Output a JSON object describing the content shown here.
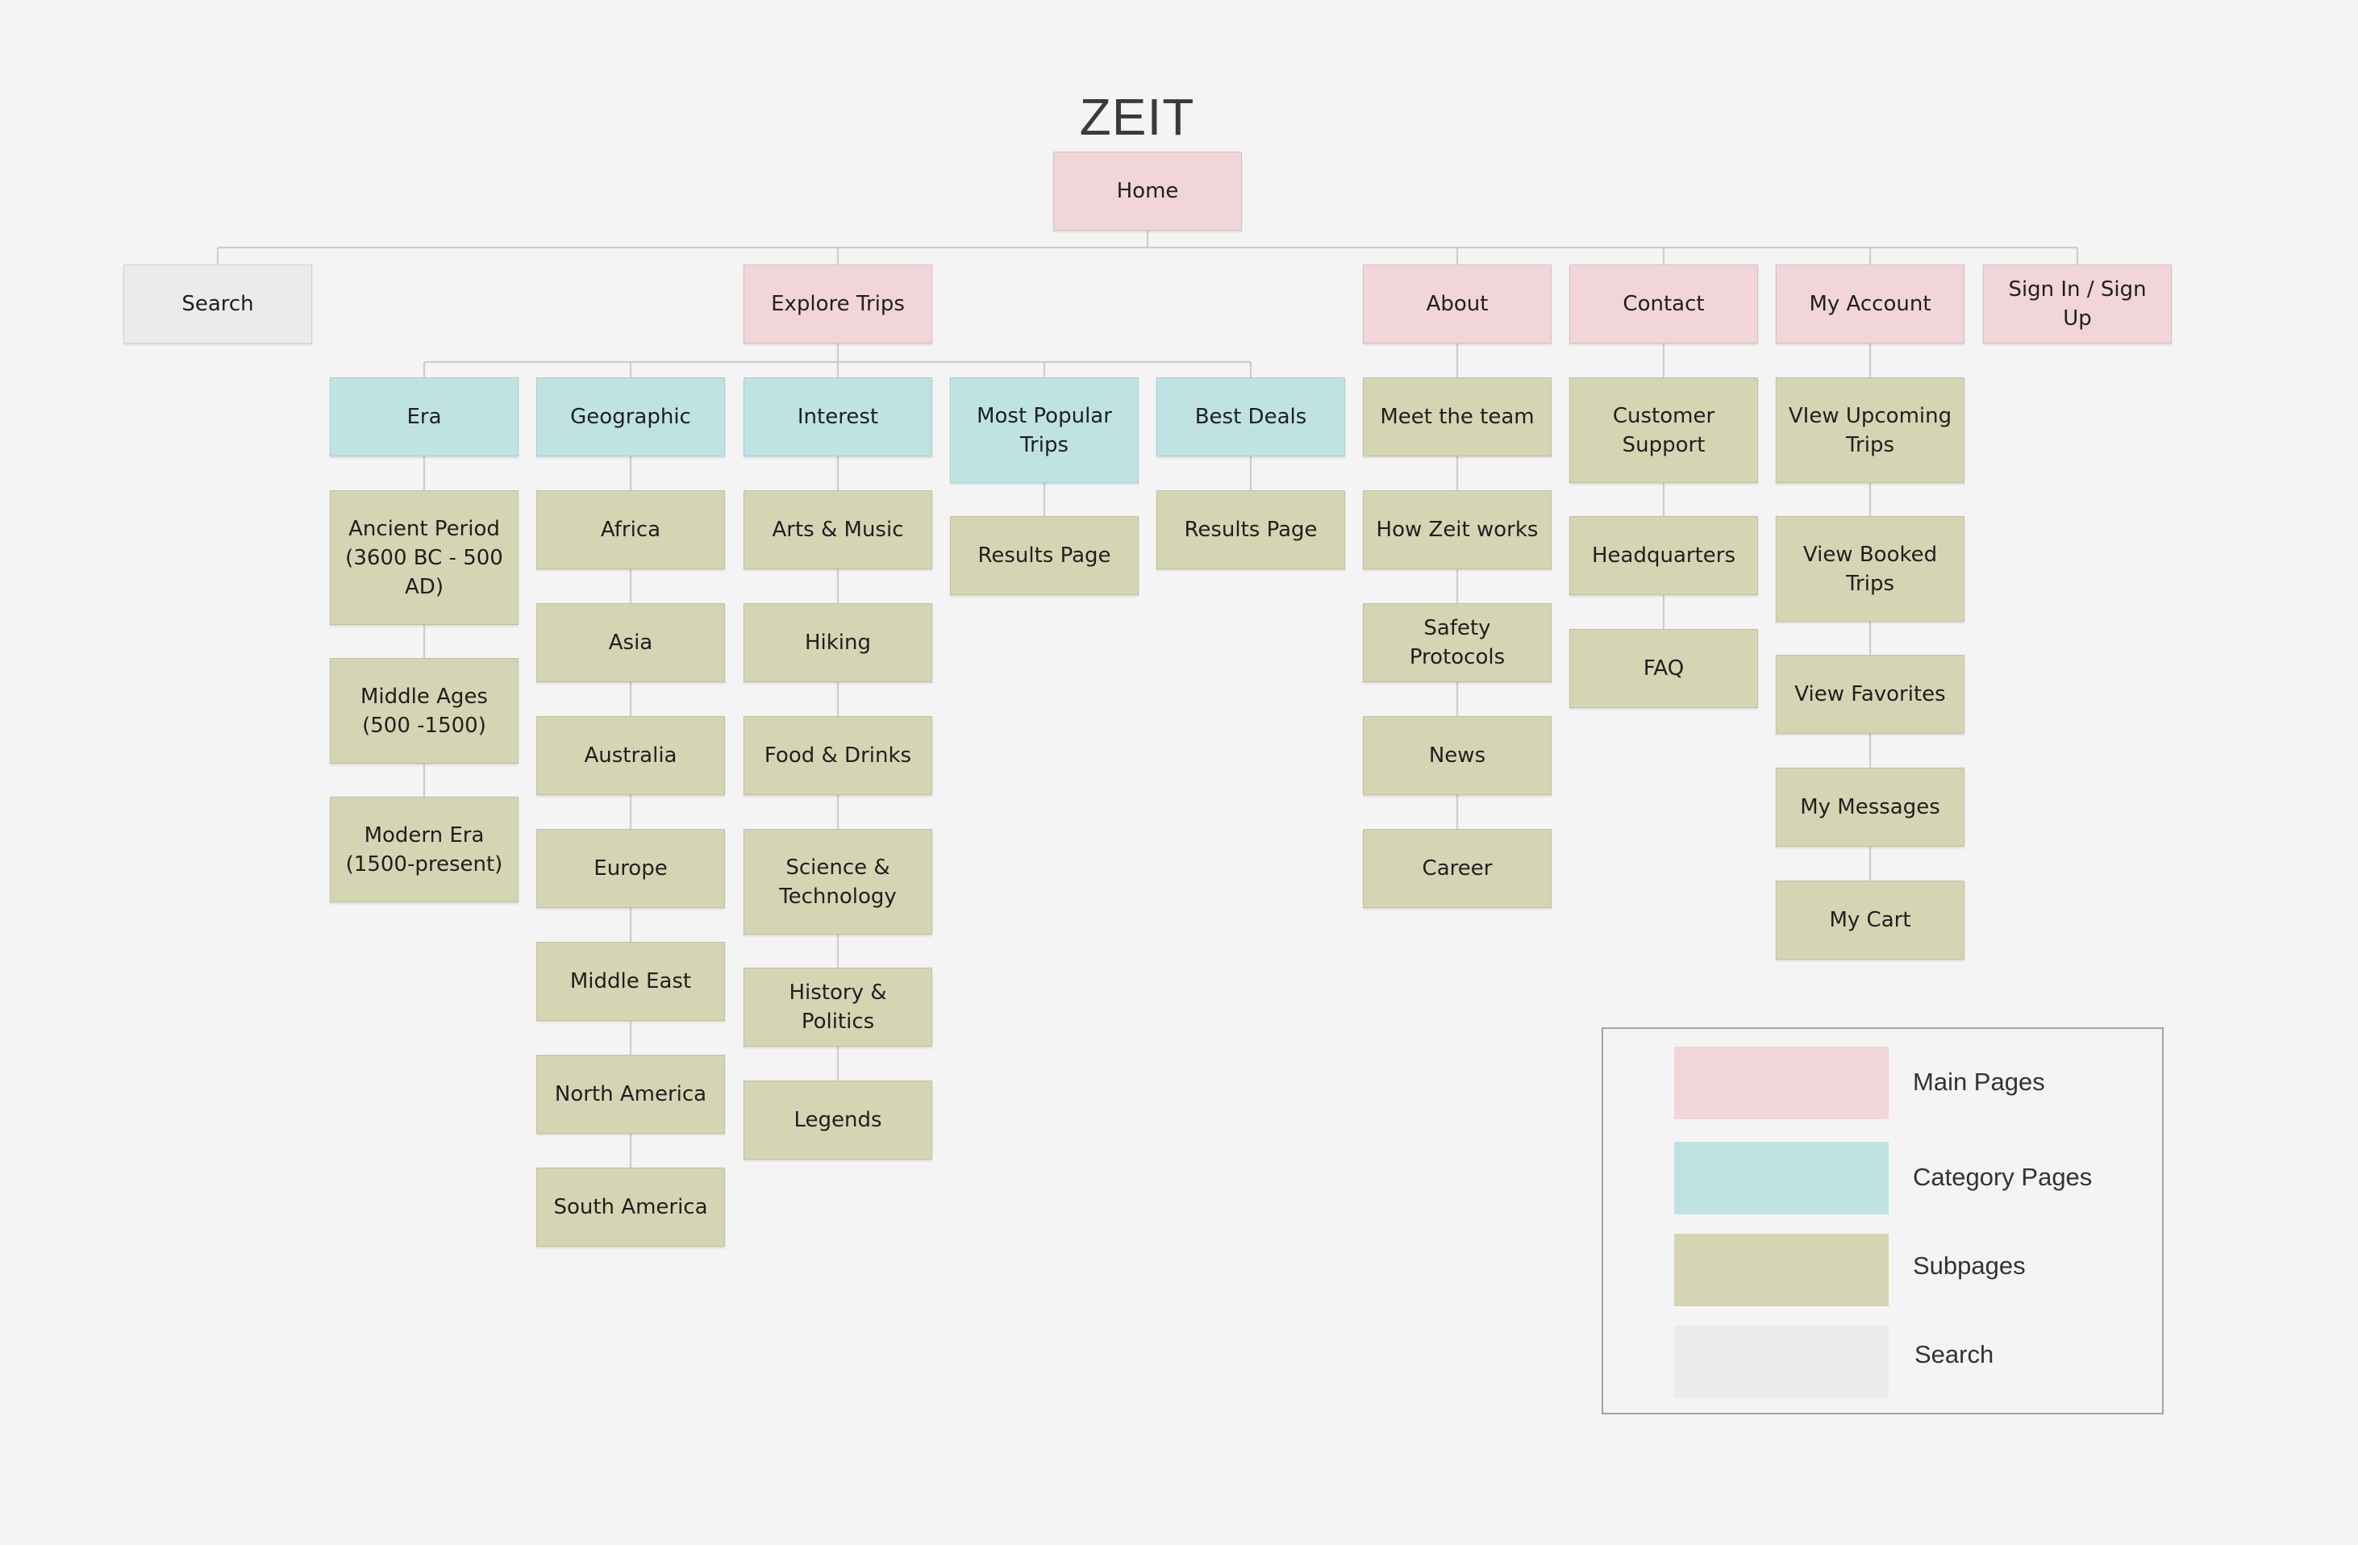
{
  "title": "ZEIT",
  "colors": {
    "main": "#f2d5d8",
    "category": "#bfe3e3",
    "subpage": "#d6d5b3",
    "search": "#ebebeb"
  },
  "nodes": {
    "home": "Home",
    "search": "Search",
    "explore": "Explore Trips",
    "about": "About",
    "contact": "Contact",
    "account": "My Account",
    "signin": "Sign In / Sign Up",
    "era": "Era",
    "geographic": "Geographic",
    "interest": "Interest",
    "popular": "Most Popular Trips",
    "deals": "Best Deals",
    "era_ancient": "Ancient Period (3600 BC - 500 AD)",
    "era_middle": "Middle Ages (500 -1500)",
    "era_modern": "Modern Era (1500-present)",
    "geo_africa": "Africa",
    "geo_asia": "Asia",
    "geo_australia": "Australia",
    "geo_europe": "Europe",
    "geo_middle_east": "Middle East",
    "geo_north_america": "North America",
    "geo_south_america": "South America",
    "int_arts": "Arts & Music",
    "int_hiking": "Hiking",
    "int_food": "Food & Drinks",
    "int_science": "Science & Technology",
    "int_history": "History & Politics",
    "int_legends": "Legends",
    "popular_results": "Results Page",
    "deals_results": "Results Page",
    "about_team": "Meet the team",
    "about_how": "How Zeit works",
    "about_safety": "Safety Protocols",
    "about_news": "News",
    "about_career": "Career",
    "contact_support": "Customer Support",
    "contact_hq": "Headquarters",
    "contact_faq": "FAQ",
    "acct_upcoming": "VIew Upcoming Trips",
    "acct_booked": "View Booked Trips",
    "acct_favorites": "View Favorites",
    "acct_messages": "My Messages",
    "acct_cart": "My Cart"
  },
  "legend": {
    "main": "Main Pages",
    "category": "Category Pages",
    "subpages": "Subpages",
    "search": "Search"
  }
}
